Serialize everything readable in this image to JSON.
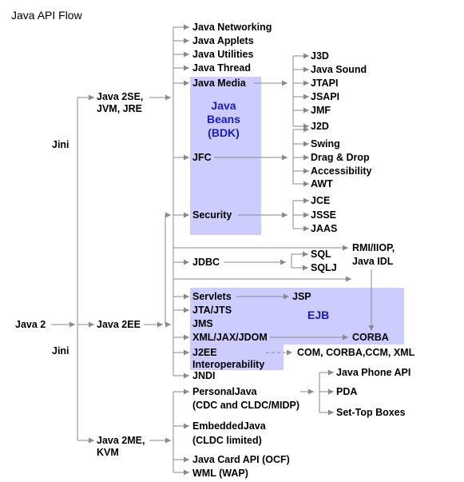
{
  "title": "Java API Flow",
  "colors": {
    "highlight": "#ccccff",
    "connector": "#8a8a8a",
    "accent_text": "#1a1ac8"
  },
  "nodes": {
    "java2": "Java 2",
    "jini_top": "Jini",
    "jini_bottom": "Jini",
    "java2se_line1": "Java 2SE,",
    "java2se_line2": "JVM, JRE",
    "java2ee": "Java 2EE",
    "java2me_line1": "Java 2ME,",
    "java2me_line2": "KVM",
    "networking": "Java Networking",
    "applets": "Java Applets",
    "utilities": "Java Utilities",
    "thread": "Java Thread",
    "media": "Java Media",
    "beans_line1": "Java",
    "beans_line2": "Beans",
    "beans_line3": "(BDK)",
    "jfc": "JFC",
    "security": "Security",
    "j3d": "J3D",
    "sound": "Java Sound",
    "jtapi": "JTAPI",
    "jsapi": "JSAPI",
    "jmf": "JMF",
    "j2d": "J2D",
    "swing": "Swing",
    "dragdrop": "Drag & Drop",
    "accessibility": "Accessibility",
    "awt": "AWT",
    "jce": "JCE",
    "jsse": "JSSE",
    "jaas": "JAAS",
    "rmi_line1": "RMI/IIOP,",
    "rmi_line2": "Java IDL",
    "jdbc": "JDBC",
    "sql": "SQL",
    "sqlj": "SQLJ",
    "servlets": "Servlets",
    "jsp": "JSP",
    "ejb": "EJB",
    "jta": "JTA/JTS",
    "jms": "JMS",
    "xml": "XML/JAX/JDOM",
    "corba": "CORBA",
    "j2ee_line1": "J2EE",
    "j2ee_line2": "Interoperability",
    "com": "COM, CORBA,CCM, XML",
    "jndi": "JNDI",
    "personal_line1": "PersonalJava",
    "personal_line2": "(CDC and CLDC/MIDP)",
    "phone": "Java Phone API",
    "pda": "PDA",
    "settop": "Set-Top Boxes",
    "embedded_line1": "EmbeddedJava",
    "embedded_line2": "(CLDC limited)",
    "javacard": "Java Card API (OCF)",
    "wml": "WML (WAP)"
  }
}
